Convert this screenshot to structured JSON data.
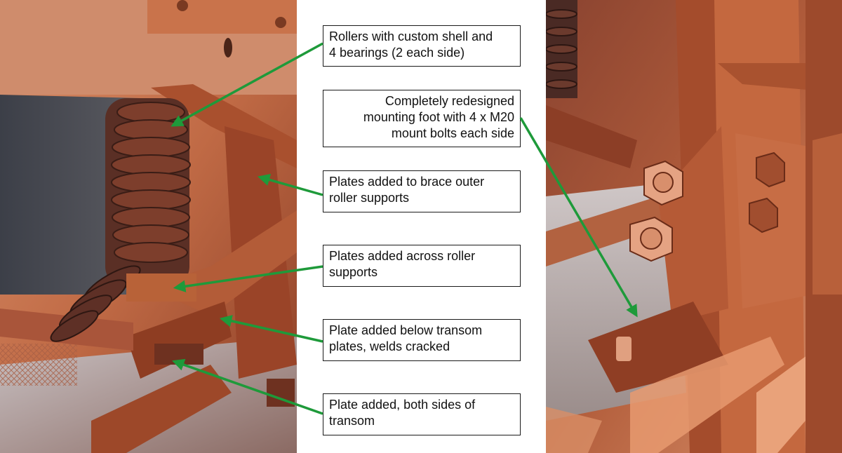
{
  "colors": {
    "arrow": "#1e9a3a",
    "rust": "#b8552f",
    "rust_light": "#e08a5f",
    "dark": "#3a2a28",
    "belt": "#4a4a52"
  },
  "callouts": [
    {
      "text": "Rollers with custom shell and\n4 bearings (2 each side)"
    },
    {
      "text": "Completely redesigned\nmounting foot with 4 x M20\nmount bolts each side"
    },
    {
      "text": "Plates added to brace outer\nroller supports"
    },
    {
      "text": "Plates added across roller\nsupports"
    },
    {
      "text": "Plate added below transom\nplates, welds cracked"
    },
    {
      "text": "Plate added, both sides of\ntransom"
    }
  ]
}
